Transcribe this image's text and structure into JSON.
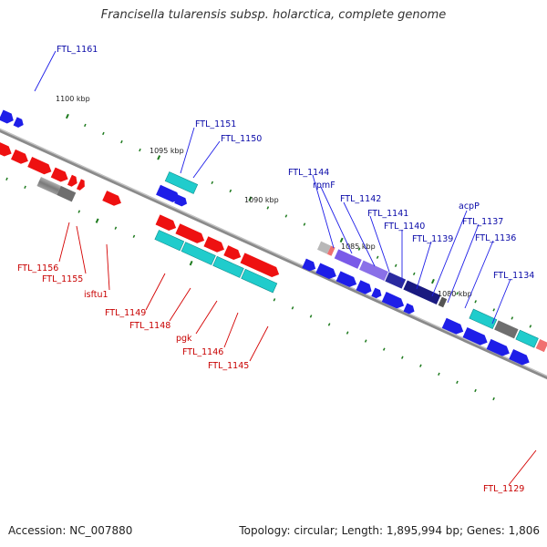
{
  "title": "Francisella tularensis subsp. holarctica, complete genome",
  "footer": {
    "accession": "Accession: NC_007880",
    "summary": "Topology: circular; Length: 1,895,994 bp; Genes: 1,806"
  },
  "ticks": [
    "1100 kbp",
    "1095 kbp",
    "1090 kbp",
    "1085 kbp",
    "1080 kbp"
  ],
  "genes_top": [
    "FTL_1161",
    "FTL_1151",
    "FTL_1150",
    "FTL_1144",
    "rpmF",
    "FTL_1142",
    "FTL_1141",
    "FTL_1140",
    "FTL_1139",
    "acpP",
    "FTL_1137",
    "FTL_1136",
    "FTL_1134"
  ],
  "genes_bottom": [
    "FTL_1156",
    "FTL_1155",
    "isftu1",
    "FTL_1149",
    "FTL_1148",
    "pgk",
    "FTL_1146",
    "FTL_1145",
    "FTL_1129"
  ],
  "colors": {
    "forward_cds": "#1e1ee8",
    "reverse_cds": "#ee1111",
    "rna": "#20cccc",
    "other": "#888888",
    "label_top": "#0a0aa8",
    "label_bottom": "#c80000",
    "tick": "#1d7a1d",
    "backbone": "#8c8c8c"
  }
}
